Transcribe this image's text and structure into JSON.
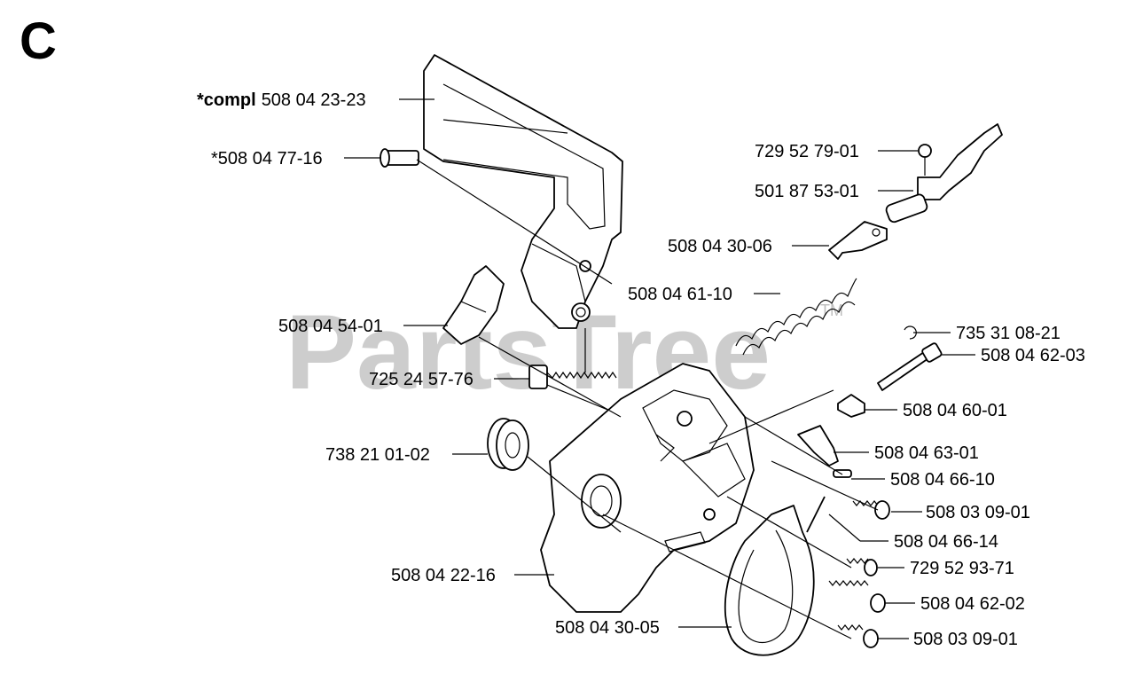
{
  "section_letter": "C",
  "watermark": {
    "text": "PartsTree",
    "trademark": "TM"
  },
  "labels": {
    "compl_prefix": "*compl",
    "compl_number": "508 04 23-23",
    "pin": "*508 04 77-16",
    "screw_small": "729 52 79-01",
    "lever": "501 87 53-01",
    "bracket": "508 04 30-06",
    "spring": "508 04 61-10",
    "cover": "508 04 54-01",
    "circlip": "735 31 08-21",
    "shaft_bolt": "508 04 62-03",
    "adjuster": "725 24 57-76",
    "plate": "508 04 60-01",
    "bushing": "738 21 01-02",
    "washer_plate": "508 04 63-01",
    "pin_small": "508 04 66-10",
    "screw_a": "508 03 09-01",
    "pin_long": "508 04 66-14",
    "housing": "508 04 22-16",
    "screw_b": "729 52 93-71",
    "screw_c": "508 04 62-02",
    "band": "508 04 30-05",
    "screw_d": "508 03 09-01"
  }
}
